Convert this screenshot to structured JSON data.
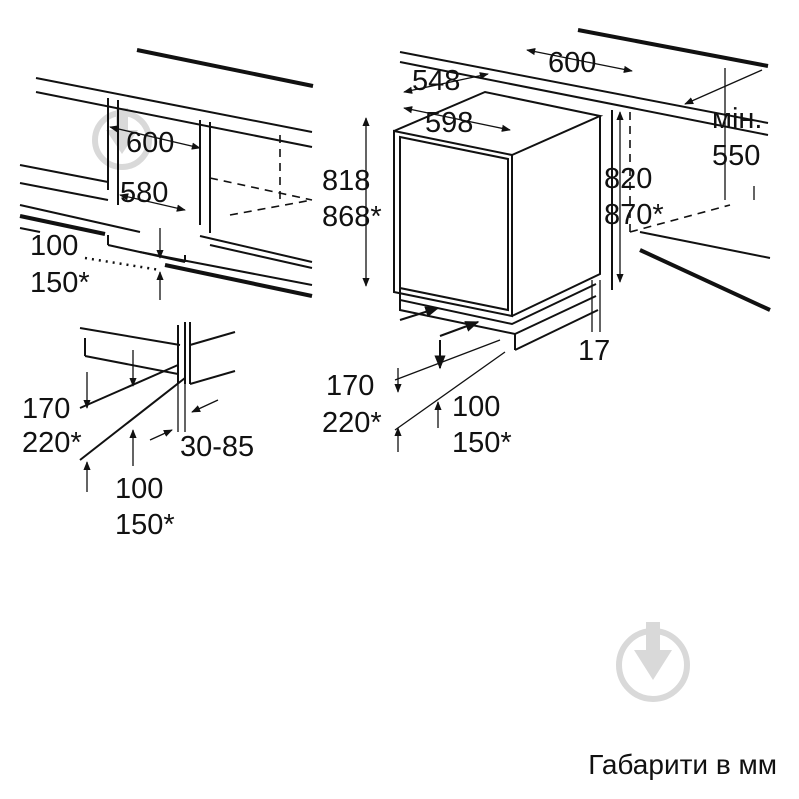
{
  "caption": "Габарити в мм",
  "left_view": {
    "dim_niche_width": "600",
    "dim_inner_width": "580",
    "dim_plinth_height_a": "100",
    "dim_plinth_height_b": "150*"
  },
  "left_detail": {
    "dim_plinth_a": "170",
    "dim_plinth_b": "220*",
    "dim_offset": "30-85",
    "dim_bottom_a": "100",
    "dim_bottom_b": "150*"
  },
  "right_view": {
    "dim_niche_width": "600",
    "dim_depth": "548",
    "dim_width": "598",
    "dim_height_a": "818",
    "dim_height_b": "868*",
    "dim_niche_height_a": "820",
    "dim_niche_height_b": "870*",
    "dim_min_label": "мін.",
    "dim_min_depth": "550",
    "dim_gap": "17",
    "dim_plinth_a": "170",
    "dim_plinth_b": "220*",
    "dim_bottom_a": "100",
    "dim_bottom_b": "150*"
  },
  "watermark_icon": "download-arrow-icon"
}
